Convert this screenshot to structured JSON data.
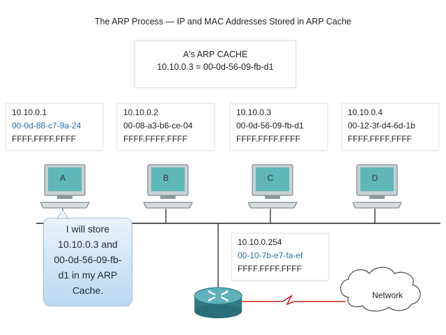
{
  "title": "The ARP Process — IP and MAC Addresses Stored in ARP Cache",
  "cache": {
    "heading": "A's ARP CACHE",
    "entry": "10.10.0.3 = 00-0d-56-09-fb-d1"
  },
  "hosts": [
    {
      "label": "A",
      "ip": "10.10.0.1",
      "mac": "00-0d-88-c7-9a-24",
      "broadcast": "FFFF.FFFF.FFFF"
    },
    {
      "label": "B",
      "ip": "10.10.0.2",
      "mac": "00-08-a3-b6-ce-04",
      "broadcast": "FFFF.FFFF.FFFF"
    },
    {
      "label": "C",
      "ip": "10.10.0.3",
      "mac": "00-0d-56-09-fb-d1",
      "broadcast": "FFFF.FFFF.FFFF"
    },
    {
      "label": "D",
      "ip": "10.10.0.4",
      "mac": "00-12-3f-d4-6d-1b",
      "broadcast": "FFFF.FFFF.FFFF"
    }
  ],
  "router": {
    "ip": "10.10.0.254",
    "mac": "00-10-7b-e7-fa-ef",
    "broadcast": "FFFF.FFFF.FFFF"
  },
  "callout": {
    "lines": [
      "I will store",
      "10.10.0.3 and",
      "00-0d-56-09-fb-",
      "d1 in my ARP",
      "Cache."
    ]
  },
  "network_label": "Network",
  "colors": {
    "mac_text": "#2a6fa8",
    "serial_link": "#cc2222",
    "pc_screen": "#5fb7b7",
    "router": "#3f8f99"
  }
}
